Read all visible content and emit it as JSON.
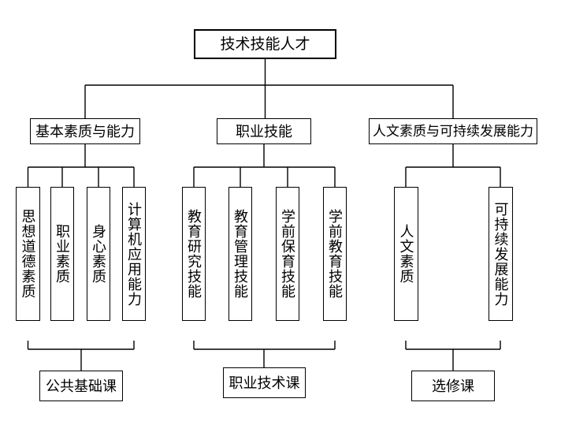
{
  "diagram": {
    "root": {
      "label": "技术技能人才"
    },
    "branches": [
      {
        "label": "基本素质与能力",
        "children": [
          "思想道德素质",
          "职业素质",
          "身心素质",
          "计算机应用能力"
        ],
        "course": "公共基础课"
      },
      {
        "label": "职业技能",
        "children": [
          "教育研究技能",
          "教育管理技能",
          "学前保育技能",
          "学前教育技能"
        ],
        "course": "职业技术课"
      },
      {
        "label": "人文素质与可持续发展能力",
        "children": [
          "人文素质",
          "可持续发展能力"
        ],
        "course": "选修课"
      }
    ]
  },
  "colors": {
    "background": "#ffffff",
    "line": "#000000",
    "box_border": "#000000",
    "text": "#000000"
  }
}
